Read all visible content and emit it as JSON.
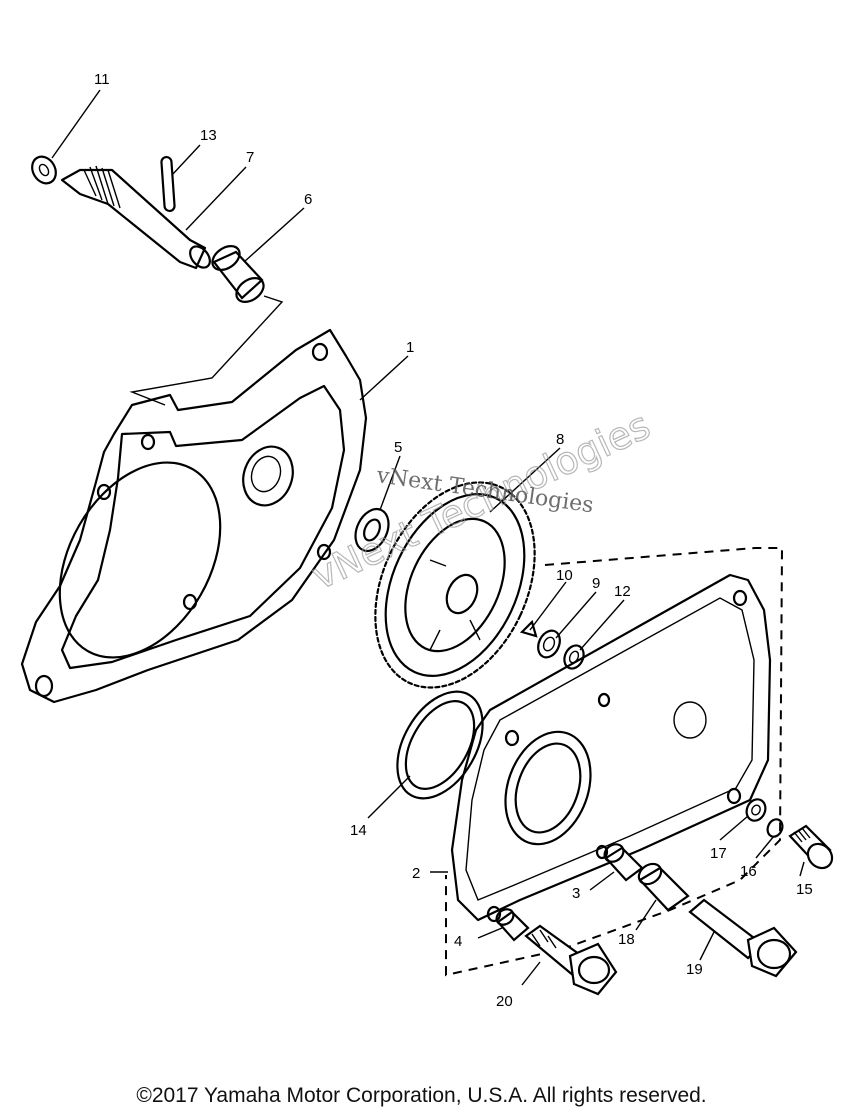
{
  "parts": [
    {
      "id": "part-1",
      "label": "1"
    },
    {
      "id": "part-2",
      "label": "2"
    },
    {
      "id": "part-3",
      "label": "3"
    },
    {
      "id": "part-4",
      "label": "4"
    },
    {
      "id": "part-5",
      "label": "5"
    },
    {
      "id": "part-6",
      "label": "6"
    },
    {
      "id": "part-7",
      "label": "7"
    },
    {
      "id": "part-8",
      "label": "8"
    },
    {
      "id": "part-9",
      "label": "9"
    },
    {
      "id": "part-10",
      "label": "10"
    },
    {
      "id": "part-11",
      "label": "11"
    },
    {
      "id": "part-12",
      "label": "12"
    },
    {
      "id": "part-13",
      "label": "13"
    },
    {
      "id": "part-14",
      "label": "14"
    },
    {
      "id": "part-15",
      "label": "15"
    },
    {
      "id": "part-16",
      "label": "16"
    },
    {
      "id": "part-17",
      "label": "17"
    },
    {
      "id": "part-18",
      "label": "18"
    },
    {
      "id": "part-19",
      "label": "19"
    },
    {
      "id": "part-20",
      "label": "20"
    }
  ],
  "watermark": {
    "line1": "vNext Technologies",
    "line2": "vNext Technologies"
  },
  "copyright": "©2017 Yamaha Motor Corporation, U.S.A. All rights reserved."
}
